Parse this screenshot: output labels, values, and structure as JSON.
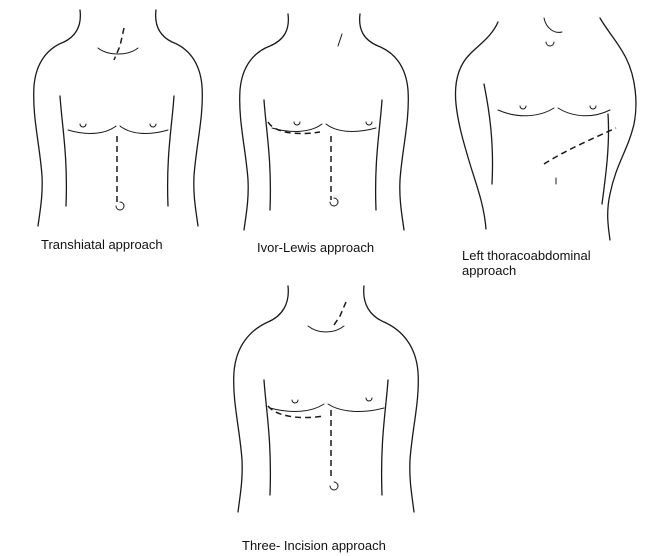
{
  "figures": [
    {
      "id": "transhiatal",
      "caption": "Transhiatal approach"
    },
    {
      "id": "ivor-lewis",
      "caption": "Ivor-Lewis approach"
    },
    {
      "id": "left-thoracoabdominal",
      "caption": "Left thoracoabdominal approach"
    },
    {
      "id": "three-incision",
      "caption": "Three- Incision approach"
    }
  ]
}
